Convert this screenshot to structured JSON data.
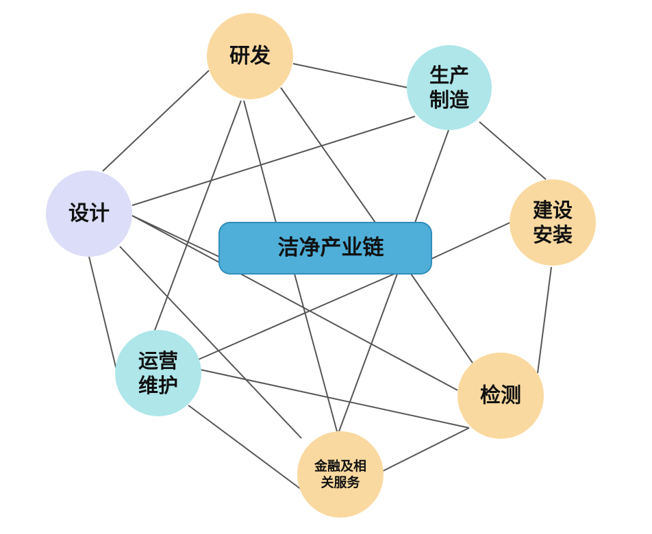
{
  "diagram": {
    "center": {
      "label": "洁净产业链",
      "fill": "#4FAFD8",
      "stroke": "#2F8DBA"
    },
    "nodes": [
      {
        "id": "yanfa",
        "lines": [
          "研发"
        ],
        "color": "#FAD9A0"
      },
      {
        "id": "shengchan",
        "lines": [
          "生产",
          "制造"
        ],
        "color": "#AEE6EA"
      },
      {
        "id": "jianshe",
        "lines": [
          "建设",
          "安装"
        ],
        "color": "#FAD9A0"
      },
      {
        "id": "jiance",
        "lines": [
          "检测"
        ],
        "color": "#FAD9A0"
      },
      {
        "id": "jinrong",
        "lines": [
          "金融及相",
          "关服务"
        ],
        "color": "#FAD9A0"
      },
      {
        "id": "yunying",
        "lines": [
          "运营",
          "维护"
        ],
        "color": "#AEE6EA"
      },
      {
        "id": "sheji",
        "lines": [
          "设计"
        ],
        "color": "#DCDDF8"
      }
    ],
    "edges": [
      [
        "yanfa",
        "sheji"
      ],
      [
        "yanfa",
        "shengchan"
      ],
      [
        "yanfa",
        "yunying"
      ],
      [
        "yanfa",
        "center"
      ],
      [
        "yanfa",
        "jiance"
      ],
      [
        "shengchan",
        "sheji"
      ],
      [
        "shengchan",
        "jianshe"
      ],
      [
        "shengchan",
        "center"
      ],
      [
        "sheji",
        "center"
      ],
      [
        "sheji",
        "yunying"
      ],
      [
        "sheji",
        "jinrong"
      ],
      [
        "jianshe",
        "center"
      ],
      [
        "jianshe",
        "jiance"
      ],
      [
        "center",
        "jiance"
      ],
      [
        "center",
        "jinrong"
      ],
      [
        "center",
        "yunying"
      ],
      [
        "yunying",
        "jiance"
      ],
      [
        "yunying",
        "jinrong"
      ],
      [
        "jinrong",
        "jiance"
      ],
      [
        "center",
        "jinrong2"
      ]
    ]
  }
}
